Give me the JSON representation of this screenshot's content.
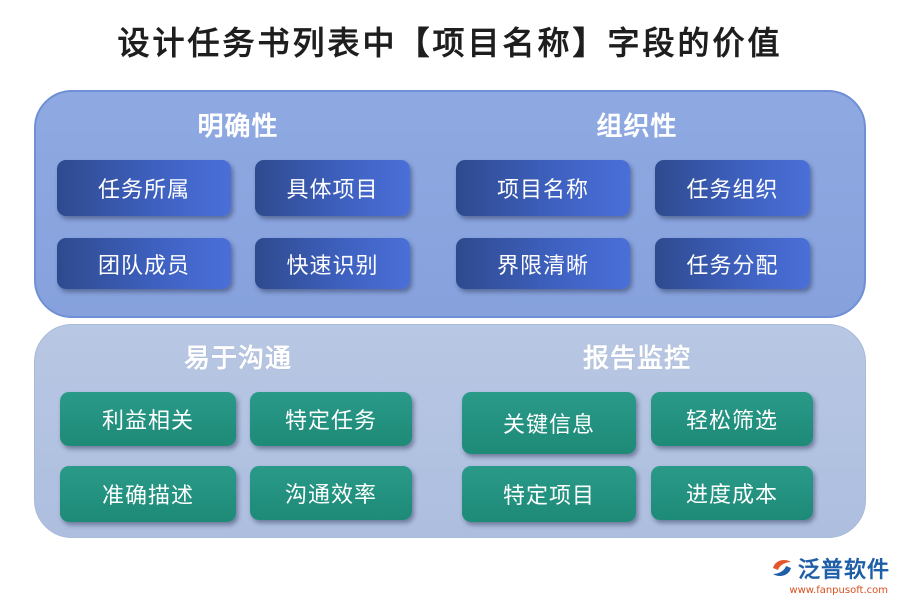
{
  "title": "设计任务书列表中【项目名称】字段的价值",
  "panels": {
    "top": {
      "left_heading": "明确性",
      "right_heading": "组织性",
      "left_items": [
        "任务所属",
        "具体项目",
        "团队成员",
        "快速识别"
      ],
      "right_items": [
        "项目名称",
        "任务组织",
        "界限清晰",
        "任务分配"
      ]
    },
    "bottom": {
      "left_heading": "易于沟通",
      "right_heading": "报告监控",
      "left_items": [
        "利益相关",
        "特定任务",
        "准确描述",
        "沟通效率"
      ],
      "right_items": [
        "关键信息",
        "轻松筛选",
        "特定项目",
        "进度成本"
      ]
    }
  },
  "logo": {
    "name": "泛普软件",
    "url": "www.fanpusoft.com"
  }
}
